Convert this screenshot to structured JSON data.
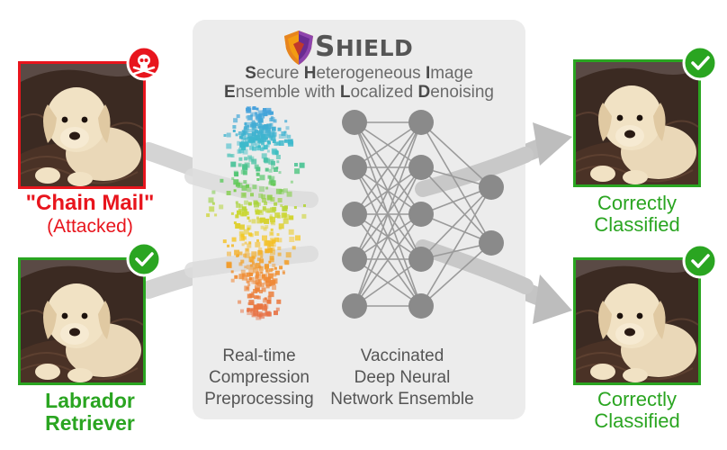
{
  "title": {
    "first_letter": "S",
    "rest": "HIELD"
  },
  "subtitle": {
    "line1": [
      {
        "b": "S",
        "t": "ecure "
      },
      {
        "b": "H",
        "t": "eterogeneous "
      },
      {
        "b": "I",
        "t": "mage"
      }
    ],
    "line2": [
      {
        "b": "E",
        "t": "nsemble with "
      },
      {
        "b": "L",
        "t": "ocalized "
      },
      {
        "b": "D",
        "t": "enoising"
      }
    ]
  },
  "inputs": {
    "attacked": {
      "label": "\"Chain Mail\"",
      "sublabel": "(Attacked)"
    },
    "clean": {
      "label_line1": "Labrador",
      "label_line2": "Retriever"
    }
  },
  "pipeline": {
    "compression": {
      "line1": "Real-time",
      "line2": "Compression",
      "line3": "Preprocessing"
    },
    "ensemble": {
      "line1": "Vaccinated",
      "line2": "Deep Neural",
      "line3": "Network Ensemble"
    }
  },
  "outputs": {
    "top": {
      "line1": "Correctly",
      "line2": "Classified"
    },
    "bottom": {
      "line1": "Correctly",
      "line2": "Classified"
    }
  },
  "icons": {
    "shield": "shield-logo-icon",
    "skull": "skull-crossbones-icon",
    "check": "checkmark-icon"
  },
  "colors": {
    "attack_red": "#e8151d",
    "ok_green": "#2aa521",
    "panel_gray": "#ececec",
    "node_gray": "#8a8a8a"
  }
}
